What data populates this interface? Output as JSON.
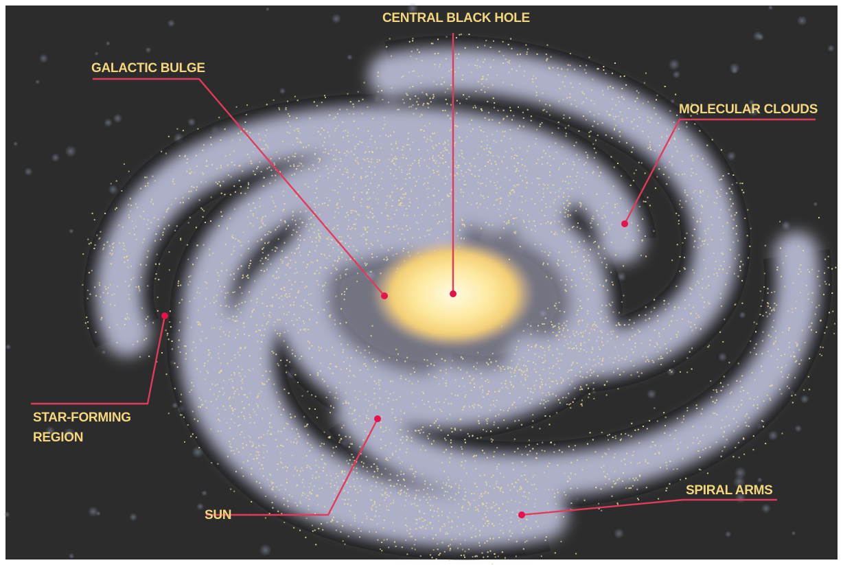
{
  "diagram": {
    "labels": {
      "central_black_hole": "CENTRAL BLACK HOLE",
      "galactic_bulge": "GALACTIC BULGE",
      "molecular_clouds": "MOLECULAR CLOUDS",
      "star_forming_line1": "STAR-FORMING",
      "star_forming_line2": "REGION",
      "sun": "SUN",
      "spiral_arms": "SPIRAL ARMS"
    },
    "colors": {
      "background": "#2c2c2c",
      "arm": "#aeb0c8",
      "star": "#e8dca0",
      "core": "#fbe9a4",
      "label_text": "#f4d77d",
      "leader_line": "#e23a5a",
      "marker": "#e8114b"
    }
  }
}
